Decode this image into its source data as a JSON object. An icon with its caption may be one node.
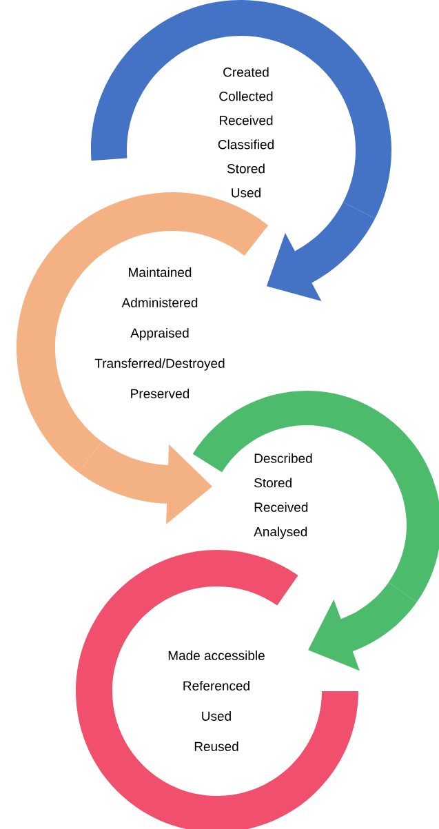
{
  "diagram": {
    "nodes": [
      {
        "text": [
          "Created",
          "Collected",
          "Received",
          "Classified",
          "Stored",
          "Used"
        ]
      },
      {
        "text": [
          "Maintained",
          "Administered",
          "Appraised",
          "Transferred/Destroyed",
          "Preserved"
        ]
      },
      {
        "text": [
          "Described",
          "Stored",
          "Received",
          "Analysed"
        ]
      },
      {
        "text": [
          "Made accessible",
          "Referenced",
          "Used",
          "Reused"
        ]
      }
    ],
    "edges": [
      {
        "from": 0,
        "to": 1,
        "arrow": "to"
      },
      {
        "from": 1,
        "to": 2,
        "arrow": "to"
      },
      {
        "from": 2,
        "to": 3,
        "arrow": "to"
      }
    ]
  }
}
